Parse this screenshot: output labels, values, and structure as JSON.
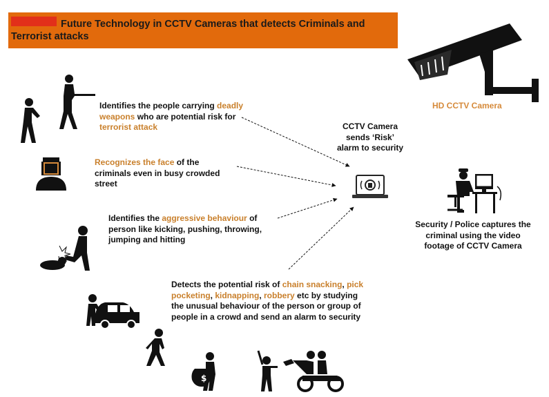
{
  "banner": {
    "title": "Future Technology in CCTV Cameras that detects Criminals and Terrorist attacks"
  },
  "camera": {
    "label": "HD CCTV Camera"
  },
  "center": {
    "caption": "CCTV Camera sends ‘Risk’ alarm to security"
  },
  "security": {
    "caption": "Security / Police captures the criminal using the video footage of CCTV Camera"
  },
  "items": [
    {
      "t1": "Identifies the people carrying ",
      "h1": "deadly weapons",
      "t2": " who are potential risk for ",
      "h2": "terrorist attack",
      "t3": ""
    },
    {
      "h1": "Recognizes the face",
      "t1": " of the criminals even in busy crowded street"
    },
    {
      "t1": "Identifies the ",
      "h1": "aggressive behaviour",
      "t2": " of person like kicking, pushing, throwing, jumping and hitting"
    },
    {
      "t1": "Detects the potential risk of ",
      "h1": "chain snacking",
      "t2": ", ",
      "h2": "pick pocketing",
      "t3": ", ",
      "h3": "kidnapping",
      "t4": ", ",
      "h4": "robbery",
      "t5": " etc by studying the unusual behaviour of the person or group of people in a crowd and send an alarm to security"
    }
  ],
  "colors": {
    "banner": "#e26a0c",
    "highlight": "#c9802c",
    "camera_label": "#d68a3a"
  },
  "icons": [
    "cctv-camera-icon",
    "laptop-alarm-icon",
    "security-officer-icon",
    "gunman-icon",
    "face-scan-icon",
    "fight-icon",
    "car-thief-icon",
    "pickpocket-icon",
    "kidnap-icon",
    "chain-snatch-bike-icon"
  ]
}
